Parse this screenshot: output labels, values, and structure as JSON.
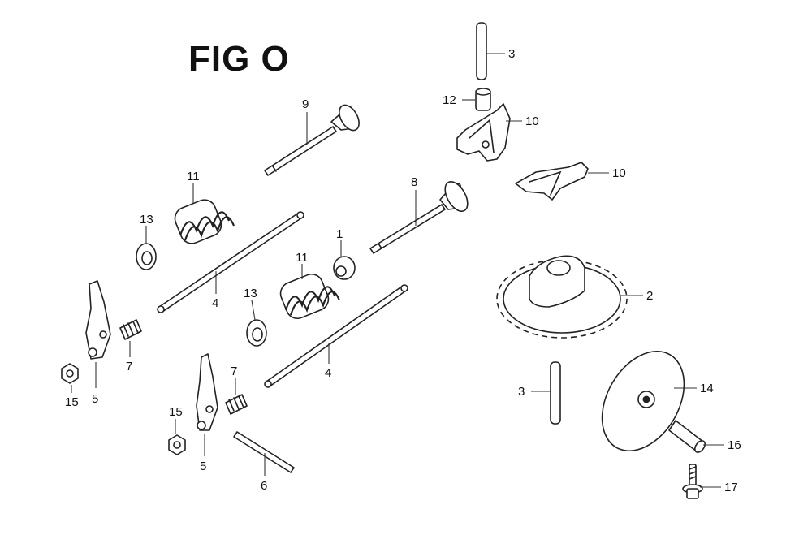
{
  "figure": {
    "title": "FIG O"
  },
  "callouts": {
    "c1": "1",
    "c2": "2",
    "c3a": "3",
    "c3b": "3",
    "c4a": "4",
    "c4b": "4",
    "c5a": "5",
    "c5b": "5",
    "c6": "6",
    "c7a": "7",
    "c7b": "7",
    "c8": "8",
    "c9": "9",
    "c10a": "10",
    "c10b": "10",
    "c11a": "11",
    "c11b": "11",
    "c12": "12",
    "c13a": "13",
    "c13b": "13",
    "c14": "14",
    "c15a": "15",
    "c15b": "15",
    "c16": "16",
    "c17": "17"
  }
}
